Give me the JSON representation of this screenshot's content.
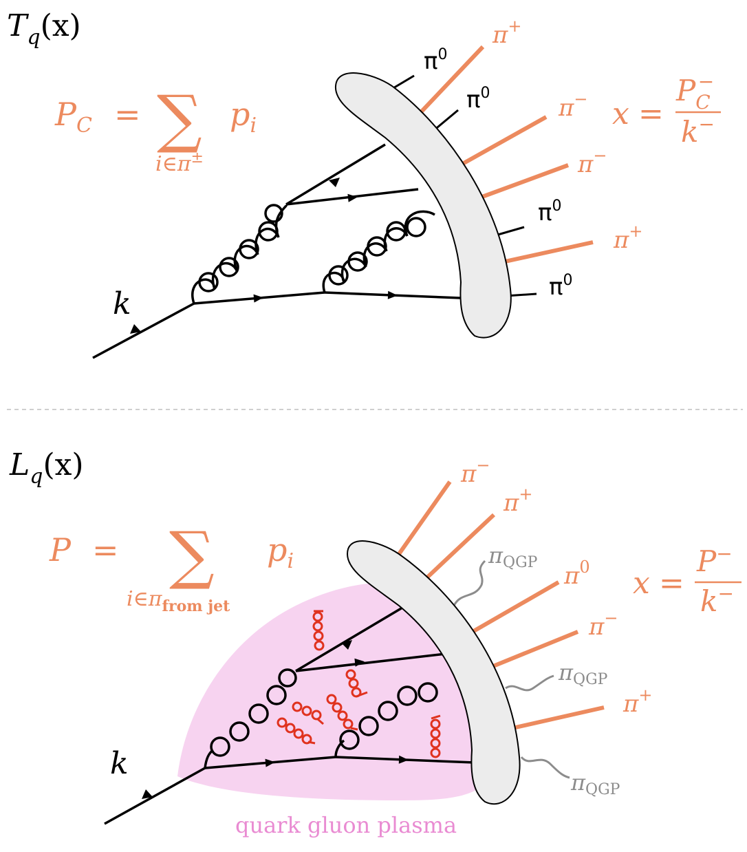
{
  "top_panel": {
    "label_main": "T",
    "label_sub": "q",
    "label_arg": "(x)",
    "formula": {
      "lhs_main": "P",
      "lhs_sub": "C",
      "eq": "=",
      "sum": "∑",
      "rhs_main": "p",
      "rhs_sub": "i",
      "limit_main": "i∈π",
      "limit_sup": "±"
    },
    "x_def": {
      "lhs": "x",
      "eq": "=",
      "num_main": "P",
      "num_sub": "C",
      "num_sup": "−",
      "den_main": "k",
      "den_sup": "−"
    },
    "momentum": "k",
    "pions": [
      {
        "name": "π",
        "charge": "+"
      },
      {
        "name": "π",
        "charge": "0"
      },
      {
        "name": "π",
        "charge": "0"
      },
      {
        "name": "π",
        "charge": "−"
      },
      {
        "name": "π",
        "charge": "−"
      },
      {
        "name": "π",
        "charge": "0"
      },
      {
        "name": "π",
        "charge": "+"
      },
      {
        "name": "π",
        "charge": "0"
      }
    ]
  },
  "bottom_panel": {
    "label_main": "L",
    "label_sub": "q",
    "label_arg": "(x)",
    "formula": {
      "lhs_main": "P",
      "eq": "=",
      "sum": "∑",
      "rhs_main": "p",
      "rhs_sub": "i",
      "limit_main": "i∈π",
      "limit_sub": "from jet"
    },
    "x_def": {
      "lhs": "x",
      "eq": "=",
      "num_main": "P",
      "num_sup": "−",
      "den_main": "k",
      "den_sup": "−"
    },
    "momentum": "k",
    "pions": [
      {
        "name": "π",
        "charge": "−"
      },
      {
        "name": "π",
        "charge": "+"
      },
      {
        "name": "π",
        "charge": "0"
      },
      {
        "name": "π",
        "charge": "−"
      },
      {
        "name": "π",
        "charge": "+"
      }
    ],
    "qgp_pions": [
      {
        "name": "π",
        "sub": "QGP"
      },
      {
        "name": "π",
        "sub": "QGP"
      },
      {
        "name": "π",
        "sub": "QGP"
      }
    ],
    "plasma_label": "quark gluon plasma"
  },
  "colors": {
    "charged_pion": "#ec8a5e",
    "neutral_line": "#000000",
    "blob_fill": "#ececec",
    "plasma_fill": "#f7d3f0",
    "plasma_text": "#e98bd2",
    "medium_gluon": "#e0321e",
    "qgp_pion": "#8c8c8c",
    "divider": "#cfcfcf"
  }
}
